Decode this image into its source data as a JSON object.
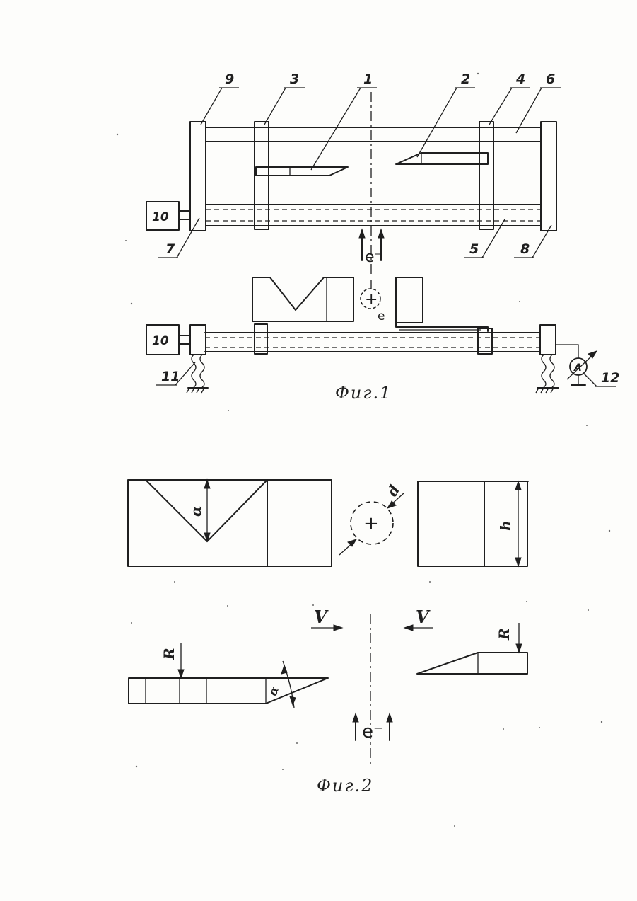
{
  "figure1": {
    "caption": "Фиг.1",
    "labels": {
      "l1": "1",
      "l2": "2",
      "l3": "3",
      "l4": "4",
      "l5": "5",
      "l6": "6",
      "l7": "7",
      "l8": "8",
      "l9": "9",
      "l11": "11",
      "l12": "12"
    },
    "drive_box_top": "10",
    "drive_box_bottom": "10",
    "electron_beam": "e⁻",
    "ion_beam": "e⁻",
    "ion_symbol": "+",
    "ammeter": "A"
  },
  "figure2": {
    "caption": "Фиг.2",
    "alpha": "α",
    "h": "h",
    "R_left": "R",
    "R_right": "R",
    "V_left": "V",
    "V_right": "V",
    "ion_symbol": "+",
    "electron_beam": "e⁻",
    "alpha_wedge": "α",
    "d_label": "d"
  }
}
